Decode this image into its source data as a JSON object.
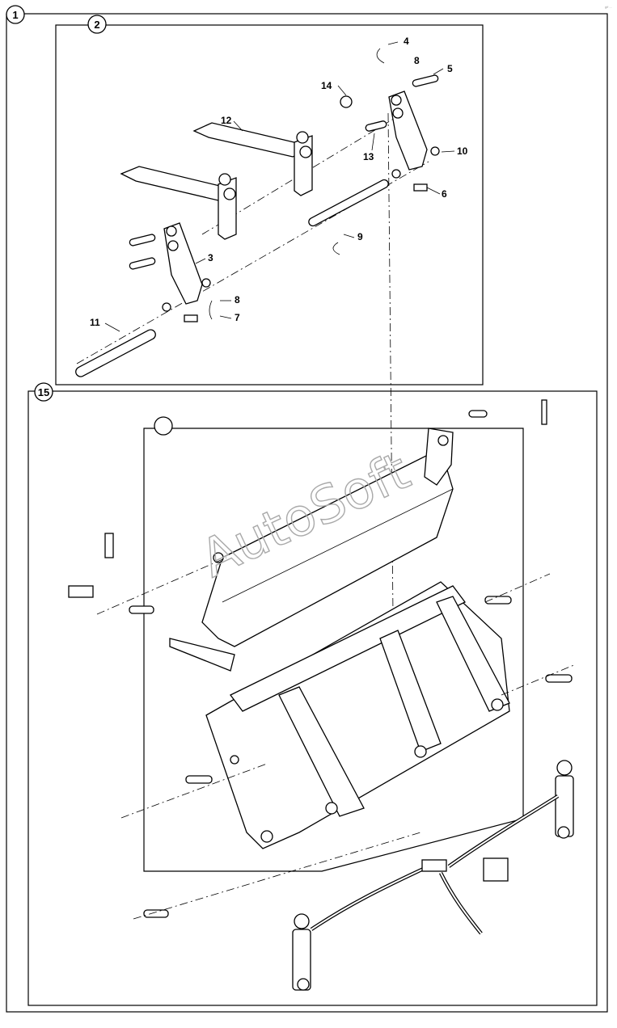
{
  "corner_mark": "gif ...",
  "watermark": "AutoSoft",
  "frames": [
    {
      "id": "frame-1",
      "label": "1"
    },
    {
      "id": "frame-2",
      "label": "2"
    },
    {
      "id": "frame-15",
      "label": "15"
    },
    {
      "id": "frame-bucket",
      "label": ""
    }
  ],
  "part_labels": [
    {
      "id": "4",
      "text": "4"
    },
    {
      "id": "8a",
      "text": "8"
    },
    {
      "id": "5",
      "text": "5"
    },
    {
      "id": "14",
      "text": "14"
    },
    {
      "id": "12",
      "text": "12"
    },
    {
      "id": "13",
      "text": "13"
    },
    {
      "id": "10",
      "text": "10"
    },
    {
      "id": "6",
      "text": "6"
    },
    {
      "id": "9",
      "text": "9"
    },
    {
      "id": "3",
      "text": "3"
    },
    {
      "id": "8b",
      "text": "8"
    },
    {
      "id": "7",
      "text": "7"
    },
    {
      "id": "11",
      "text": "11"
    }
  ]
}
